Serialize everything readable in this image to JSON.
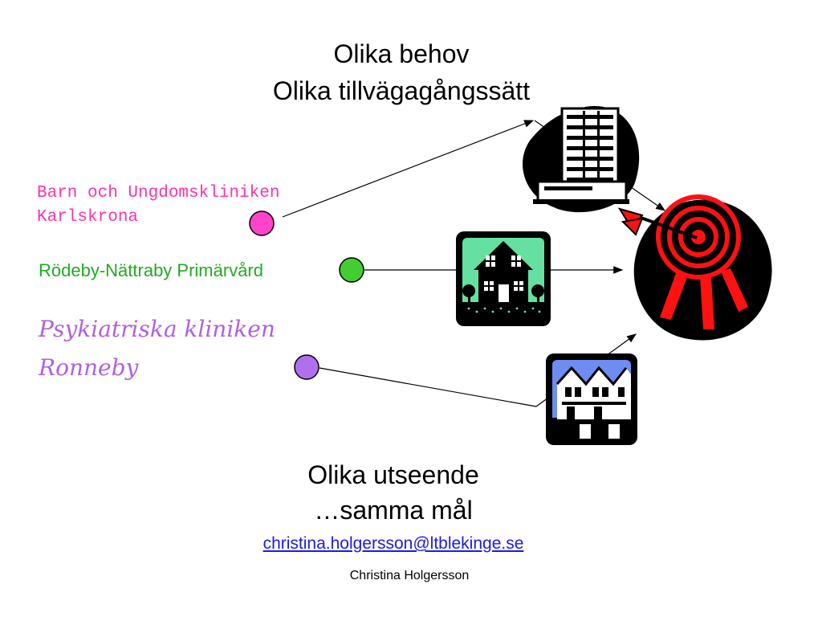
{
  "slide": {
    "title_line1": "Olika behov",
    "title_line2": "Olika tillvägagångssätt",
    "label_1_line1": "Barn och Ungdomskliniken",
    "label_1_line2": "Karlskrona",
    "label_2": "Rödeby-Nättraby Primärvård",
    "label_3_line1": "Psykiatriska kliniken",
    "label_3_line2": "Ronneby",
    "subtitle_line1": "Olika utseende",
    "subtitle_line2": "…samma mål",
    "email": "christina.holgersson@ltblekinge.se",
    "footer": "Christina Holgersson"
  },
  "colors": {
    "dot_1": "#ff44cc",
    "dot_2": "#44cc33",
    "dot_3": "#b070ee",
    "target_red": "#ff1111",
    "house_green": "#66e0a0",
    "row_houses_sky": "#6f8cf0"
  },
  "icons": [
    "office-building-icon",
    "target-dart-icon",
    "house-icon",
    "row-houses-icon"
  ]
}
